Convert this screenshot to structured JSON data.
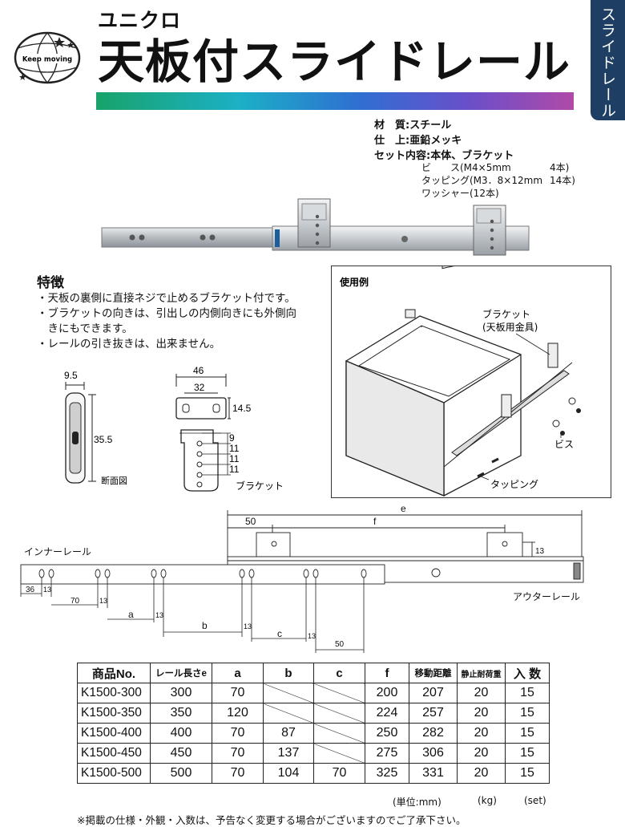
{
  "header": {
    "brand": "ユニクロ",
    "title": "天板付スライドレール",
    "logo_text": "Keep moving",
    "side_tab": "スライドレール"
  },
  "spec": {
    "material_label": "材　質",
    "material": "スチール",
    "finish_label": "仕　上",
    "finish": "亜鉛メッキ",
    "set_label": "セット内容",
    "set": "本体、ブラケット",
    "screw_name": "ビ　　ス(M4×5mm",
    "screw_qty": "4本)",
    "tapping_name": "タッピング(M3．8×12mm",
    "tapping_qty": "14本)",
    "washer": "ワッシャー(12本)"
  },
  "features": {
    "title": "特徴",
    "items": [
      "・天板の裏側に直接ネジで止めるブラケット付です。",
      "・ブラケットの向きは、引出しの内側向きにも外側向",
      "　きにもできます。",
      "・レールの引き抜きは、出来ません。"
    ]
  },
  "section_drawing": {
    "w": "9.5",
    "h": "35.5",
    "label": "断面図"
  },
  "bracket_drawing": {
    "w1": "46",
    "w2": "32",
    "h": "14.5",
    "p1": "9",
    "p2": "11",
    "p3": "11",
    "p4": "11",
    "label": "ブラケット"
  },
  "usage": {
    "title": "使用例",
    "bracket_label_1": "ブラケット",
    "bracket_label_2": "(天板用金具)",
    "screw_label": "ビス",
    "tapping_label": "タッピング"
  },
  "rail_drawing": {
    "inner_label": "インナーレール",
    "outer_label": "アウターレール",
    "e": "e",
    "f": "f",
    "d50": "50",
    "d13": "13",
    "d36": "36",
    "d70": "70",
    "a": "a",
    "b": "b",
    "c": "c",
    "d50b": "50"
  },
  "table": {
    "headers": [
      "商品No.",
      "レール長さe",
      "a",
      "b",
      "c",
      "f",
      "移動距離",
      "静止耐荷重",
      "入 数"
    ],
    "rows": [
      [
        "K1500-300",
        "300",
        "70",
        "",
        "",
        "200",
        "207",
        "20",
        "15"
      ],
      [
        "K1500-350",
        "350",
        "120",
        "",
        "",
        "224",
        "257",
        "20",
        "15"
      ],
      [
        "K1500-400",
        "400",
        "70",
        "87",
        "",
        "250",
        "282",
        "20",
        "15"
      ],
      [
        "K1500-450",
        "450",
        "70",
        "137",
        "",
        "275",
        "306",
        "20",
        "15"
      ],
      [
        "K1500-500",
        "500",
        "70",
        "104",
        "70",
        "325",
        "331",
        "20",
        "15"
      ]
    ],
    "unit_mm": "(単位:mm)",
    "unit_kg": "(kg)",
    "unit_set": "(set)"
  },
  "footer": {
    "note": "※掲載の仕様・外観・入数は、予告なく変更する場合がございますのでご了承下さい。"
  }
}
